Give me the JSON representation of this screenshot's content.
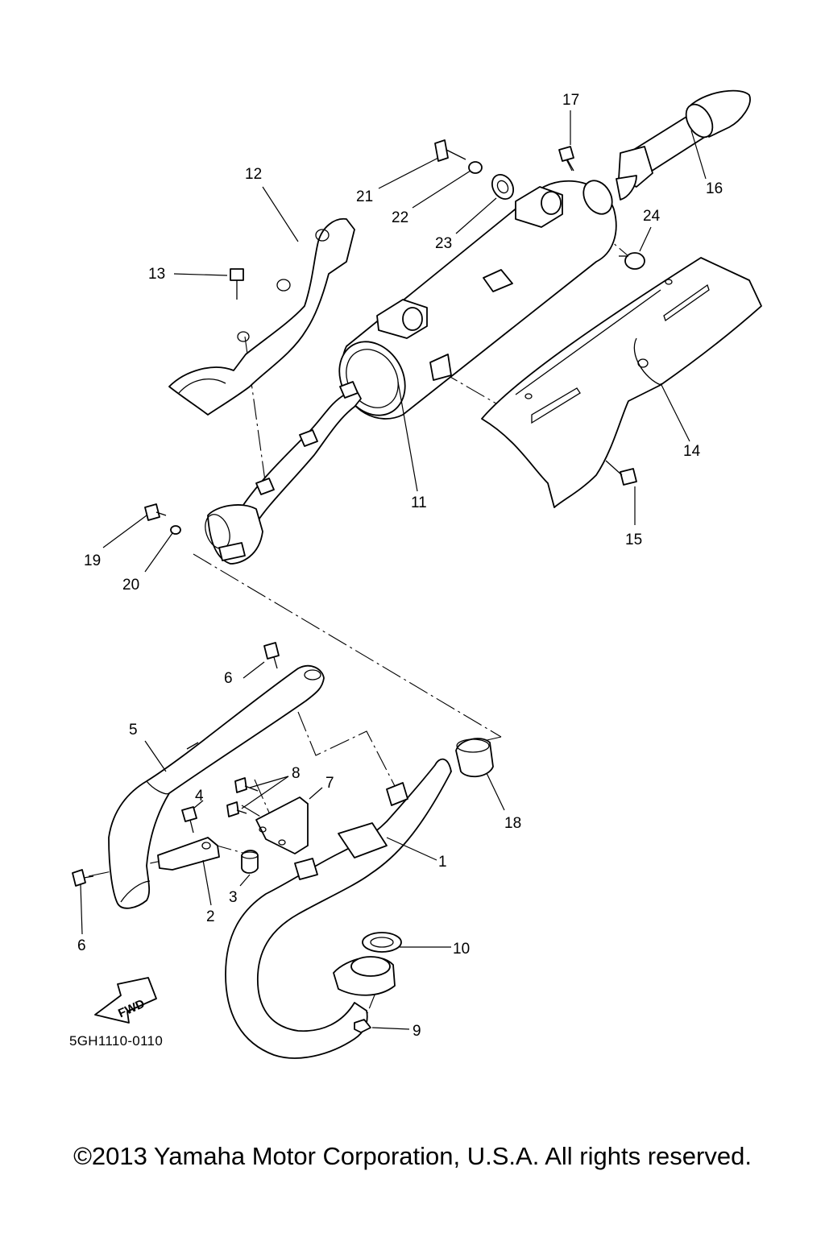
{
  "callouts": [
    "1",
    "2",
    "3",
    "4",
    "5",
    "6",
    "6",
    "7",
    "8",
    "9",
    "10",
    "11",
    "12",
    "13",
    "14",
    "15",
    "16",
    "17",
    "18",
    "19",
    "20",
    "21",
    "22",
    "23",
    "24"
  ],
  "fwd_label": "FWD",
  "diagram_code": "5GH1110-0110",
  "copyright": "©2013 Yamaha Motor Corporation, U.S.A. All rights reserved.",
  "icons": [
    "fwd-arrow-icon"
  ]
}
